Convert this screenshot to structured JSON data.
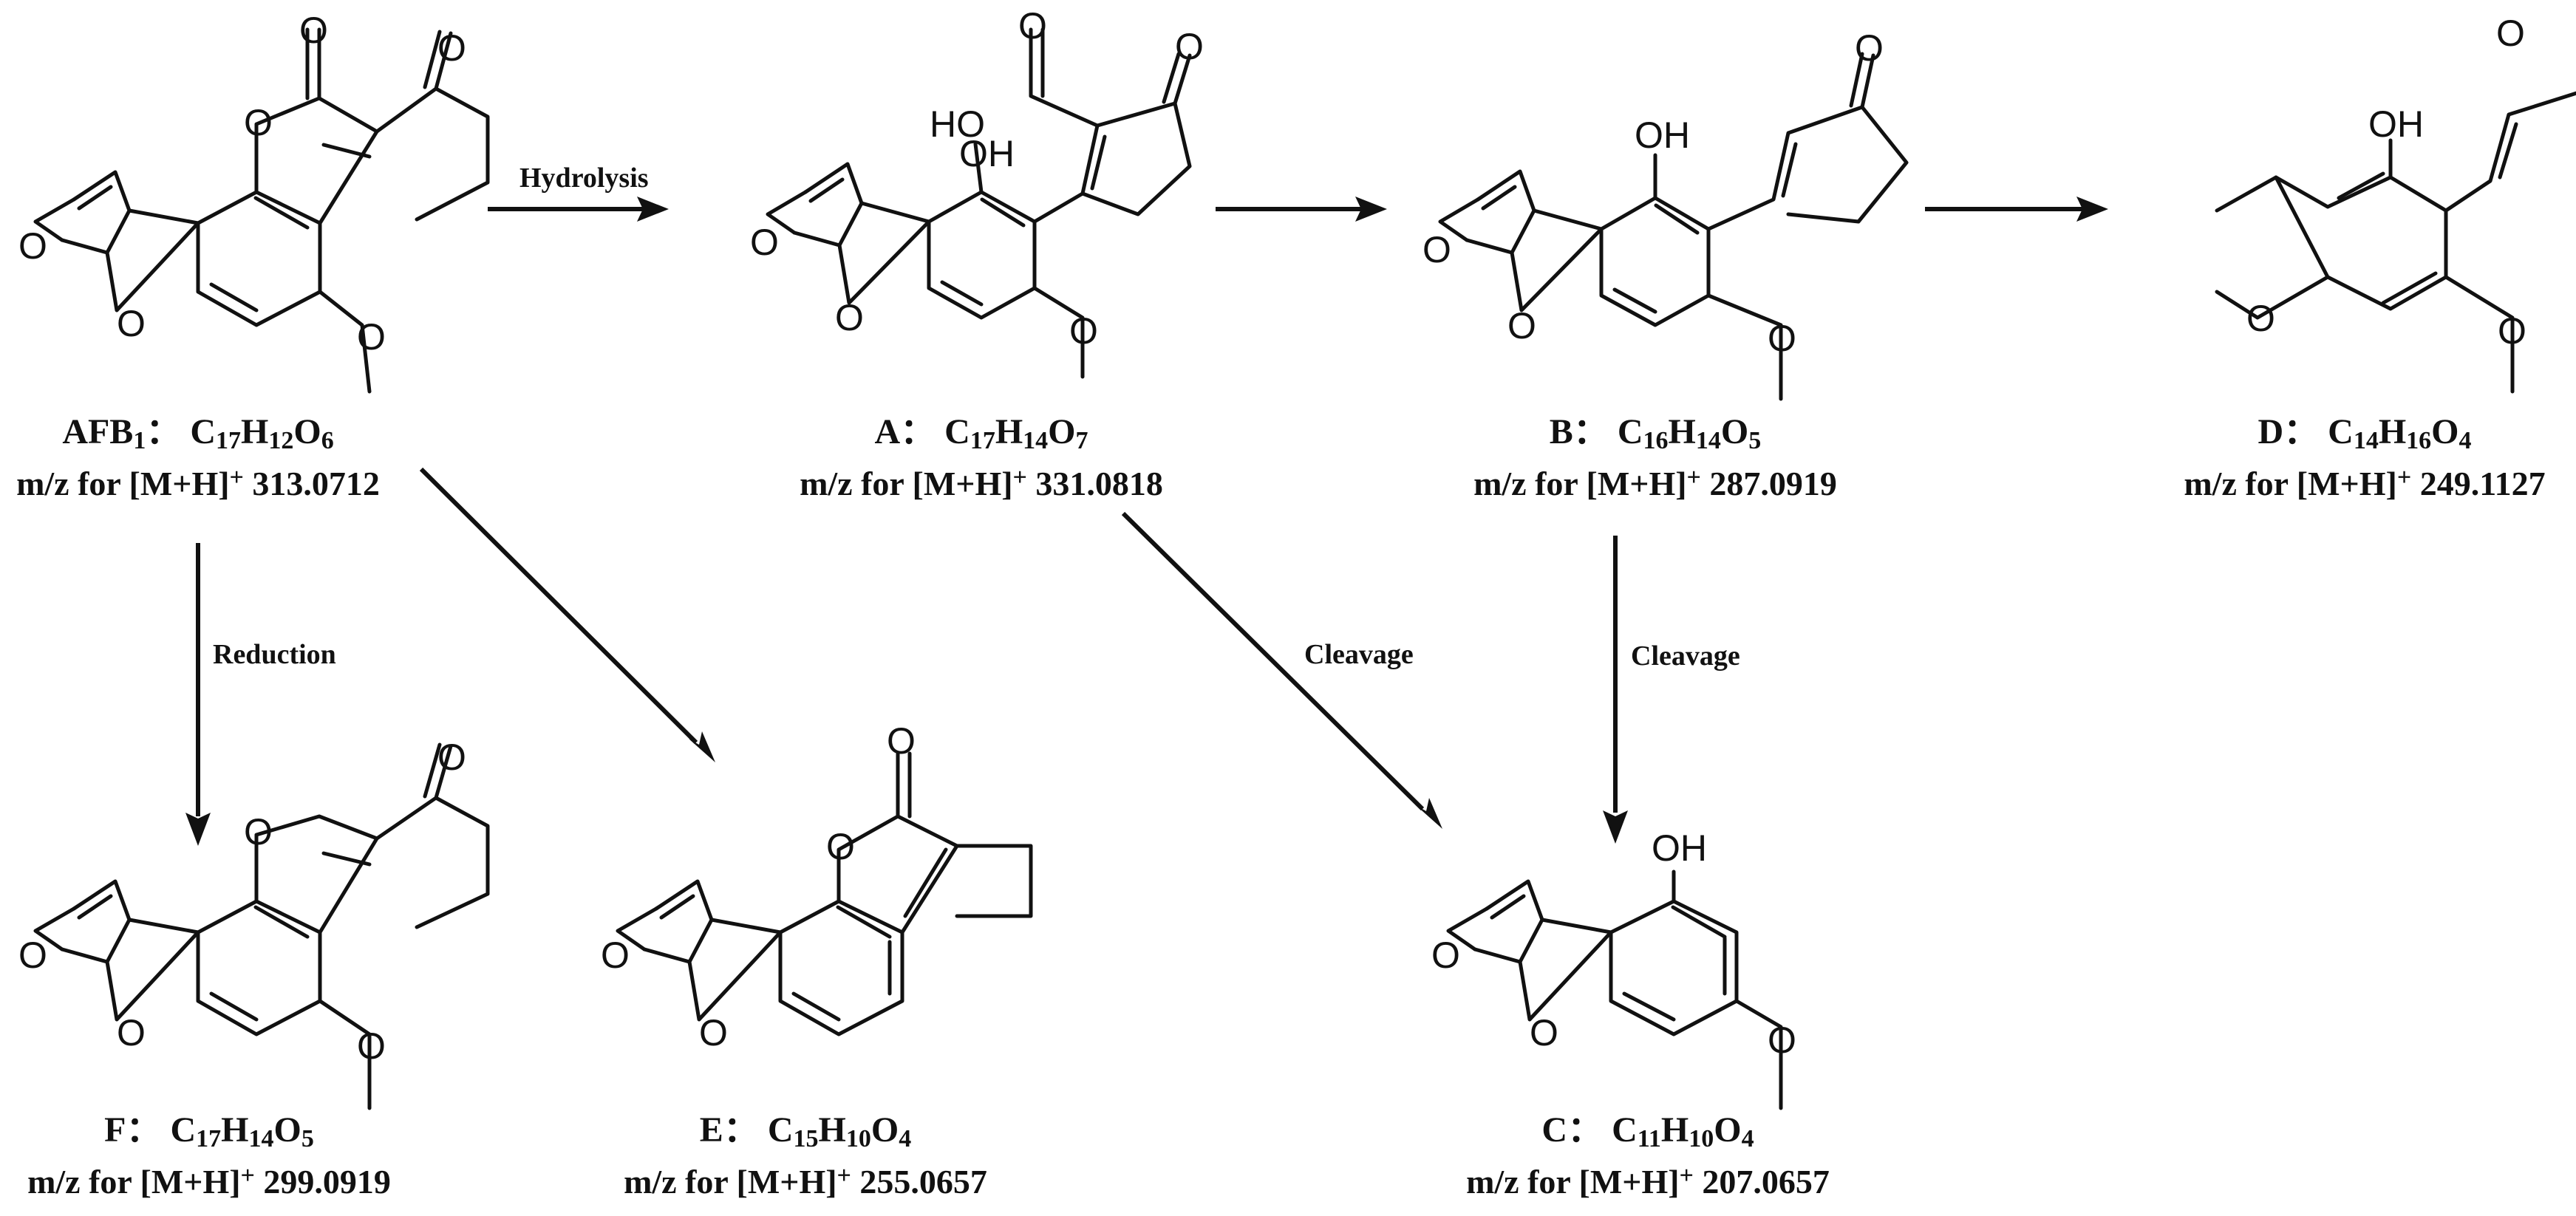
{
  "reactions": {
    "hydrolysis": "Hydrolysis",
    "reduction": "Reduction",
    "cleavage_a": "Cleavage",
    "cleavage_b": "Cleavage"
  },
  "compounds": [
    {
      "id": "AFB1",
      "name": "AFB",
      "name_sub": "1",
      "formula": [
        [
          "C",
          "17"
        ],
        [
          "H",
          "12"
        ],
        [
          "O",
          "6"
        ]
      ],
      "mz_value": "313.0712"
    },
    {
      "id": "A",
      "name": "A",
      "name_sub": "",
      "formula": [
        [
          "C",
          "17"
        ],
        [
          "H",
          "14"
        ],
        [
          "O",
          "7"
        ]
      ],
      "mz_value": "331.0818"
    },
    {
      "id": "B",
      "name": "B",
      "name_sub": "",
      "formula": [
        [
          "C",
          "16"
        ],
        [
          "H",
          "14"
        ],
        [
          "O",
          "5"
        ]
      ],
      "mz_value": "287.0919"
    },
    {
      "id": "D",
      "name": "D",
      "name_sub": "",
      "formula": [
        [
          "C",
          "14"
        ],
        [
          "H",
          "16"
        ],
        [
          "O",
          "4"
        ]
      ],
      "mz_value": "249.1127"
    },
    {
      "id": "F",
      "name": "F",
      "name_sub": "",
      "formula": [
        [
          "C",
          "17"
        ],
        [
          "H",
          "14"
        ],
        [
          "O",
          "5"
        ]
      ],
      "mz_value": "299.0919"
    },
    {
      "id": "E",
      "name": "E",
      "name_sub": "",
      "formula": [
        [
          "C",
          "15"
        ],
        [
          "H",
          "10"
        ],
        [
          "O",
          "4"
        ]
      ],
      "mz_value": "255.0657"
    },
    {
      "id": "C",
      "name": "C",
      "name_sub": "",
      "formula": [
        [
          "C",
          "11"
        ],
        [
          "H",
          "10"
        ],
        [
          "O",
          "4"
        ]
      ],
      "mz_value": "207.0657"
    }
  ],
  "mz_prefix": "m/z for [M+H]",
  "mz_sup": "+",
  "separator": "：",
  "atoms": {
    "o": "O",
    "oh": "OH",
    "ho": "HO"
  }
}
